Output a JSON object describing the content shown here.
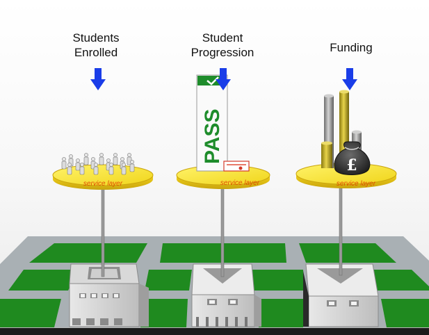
{
  "columns": [
    {
      "id": "students",
      "title_line1": "Students",
      "title_line2": "Enrolled"
    },
    {
      "id": "progression",
      "title_line1": "Student",
      "title_line2": "Progression"
    },
    {
      "id": "funding",
      "title_line1": "Funding",
      "title_line2": ""
    }
  ],
  "disc_label": "service layer",
  "pass_text": "PASS",
  "pound_symbol": "£",
  "colors": {
    "arrow": "#1a3de8",
    "disc": "#f4e11c",
    "grass": "#1f8a1f",
    "road": "#a9b0b4",
    "pass_green": "#1e8c2b"
  }
}
